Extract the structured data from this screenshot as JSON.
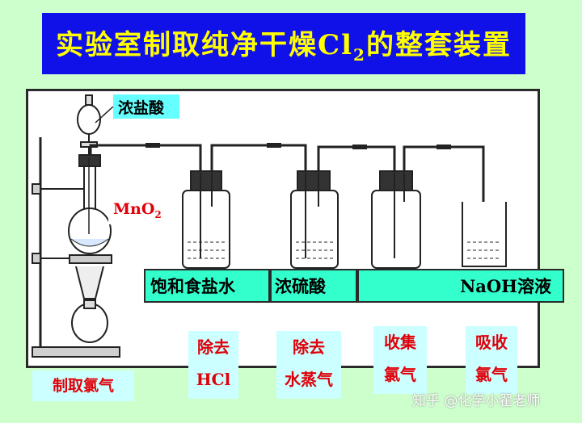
{
  "title": {
    "prefix": "实验室制取纯净干燥Cl",
    "subscript": "2",
    "suffix": "的整套装置"
  },
  "labels": {
    "conc_hcl": "浓盐酸",
    "mno2_main": "MnO",
    "mno2_sub": "2"
  },
  "reagent_bar": {
    "saturated_brine": "饱和食盐水",
    "conc_h2so4": "浓硫酸",
    "naoh_latin": "NaOH",
    "naoh_cn": "溶液"
  },
  "purpose_boxes": {
    "make_chlorine": "制取氯气",
    "remove_hcl_line1": "除去",
    "remove_hcl_line2": "HCl",
    "remove_water_line1": "除去",
    "remove_water_line2": "水蒸气",
    "collect_line1": "收集",
    "collect_line2": "氯气",
    "absorb_line1": "吸收",
    "absorb_line2": "氯气"
  },
  "watermark": "知乎 @化学小翟老师",
  "colors": {
    "background": "#ccffcc",
    "title_bg": "#1010e8",
    "title_text": "#ffff00",
    "reagent_bar": "#33ffcc",
    "label_box": "#ccffff",
    "label_text": "#e0000a",
    "tag_bg": "#66ffff"
  }
}
